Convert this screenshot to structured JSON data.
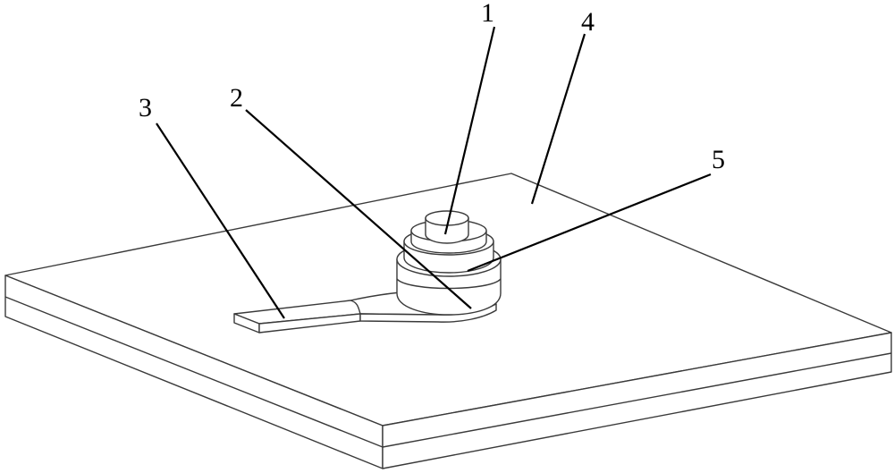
{
  "callouts": [
    {
      "id": "1",
      "label": "1"
    },
    {
      "id": "2",
      "label": "2"
    },
    {
      "id": "3",
      "label": "3"
    },
    {
      "id": "4",
      "label": "4"
    },
    {
      "id": "5",
      "label": "5"
    }
  ],
  "colors": {
    "line": "#3a3a3a",
    "leader": "#000000",
    "background": "#ffffff"
  }
}
